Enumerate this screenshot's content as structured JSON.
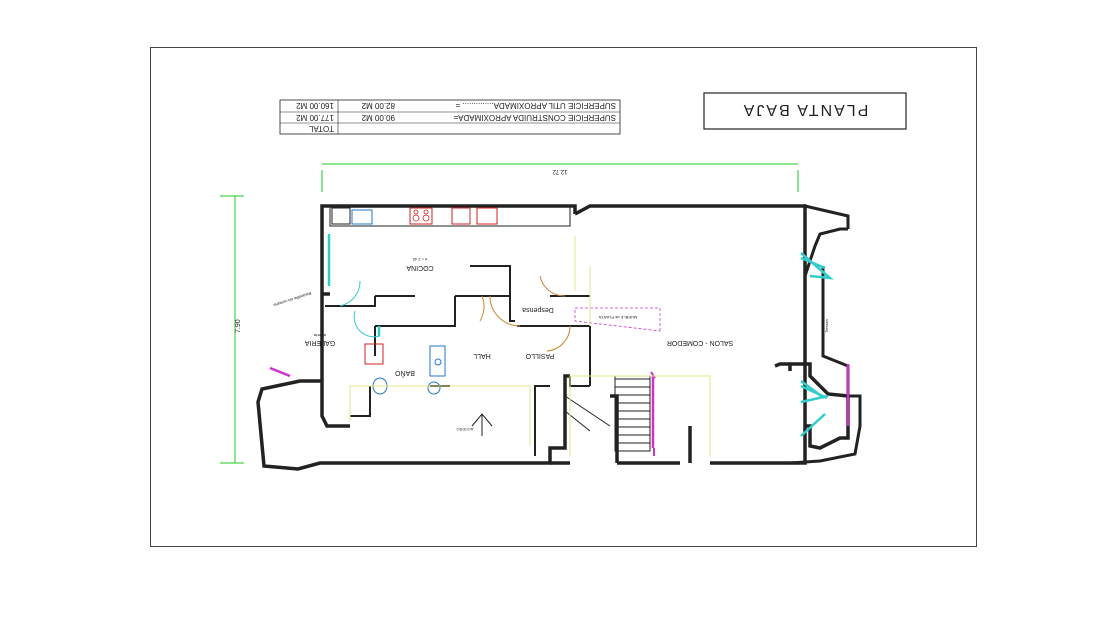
{
  "title": "PLANTA BAJA",
  "surfaces": {
    "row1_label": "SUPERFICIE UTIL APROXIMADA.............. =",
    "row1_value": "82.00 M2",
    "row1_total": "160.00 M2",
    "row2_label": "SUPERFICIE CONSTRUIDA APROXIMADA=",
    "row2_value": "90.00 M2",
    "row2_total": "177.00 M2",
    "total_label": "TOTAL"
  },
  "dimensions": {
    "width": "12.72",
    "height": "7.90"
  },
  "rooms": {
    "cocina": "COCINA",
    "despensa": "Despensa",
    "salon": "SALON - COMEDOR",
    "pasillo": "PASILLO",
    "hall": "HALL",
    "bano": "BAÑO",
    "galeria": "GALERIA",
    "galeria_sub": "abierta",
    "terraza": "Terraza"
  },
  "annotations": {
    "ventana": "Barandilla sin ventana",
    "acceso": "ACCESO",
    "mueble": "MUEBLE de PLANTA",
    "area": "h = 2.45"
  },
  "colors": {
    "wall": "#222222",
    "dimension_line": "#22cc22",
    "furniture": "#cc2222",
    "door_arc": "#cc8833",
    "window": "#33cccc",
    "magenta": "#cc33cc",
    "yellow_line": "#e6e68a"
  }
}
